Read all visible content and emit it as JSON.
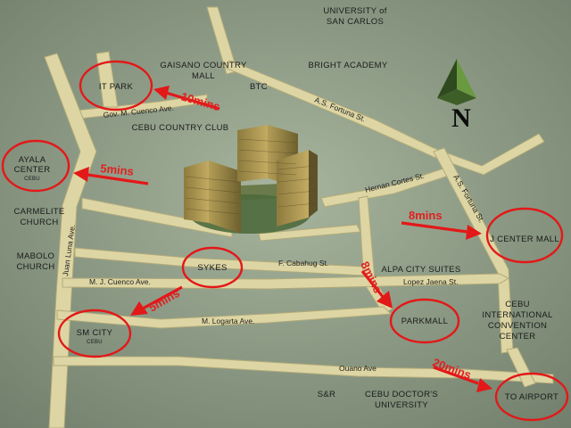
{
  "landmarks": {
    "university": [
      "UNIVERSITY of",
      "SAN CARLOS"
    ],
    "gaisano": [
      "GAISANO COUNTRY",
      "MALL"
    ],
    "bright_academy": "BRIGHT ACADEMY",
    "btc": "BTC",
    "country_club": "CEBU COUNTRY CLUB",
    "carmelite": [
      "CARMELITE",
      "CHURCH"
    ],
    "mabolo": [
      "MABOLO",
      "CHURCH"
    ],
    "alpa": "ALPA CITY SUITES",
    "convention": [
      "CEBU",
      "INTERNATIONAL",
      "CONVENTION",
      "CENTER"
    ],
    "snr": "S&R",
    "doctors": [
      "CEBU DOCTOR'S",
      "UNIVERSITY"
    ]
  },
  "roads": {
    "gov_cuenco": "Gov. M. Cuenco Ave.",
    "fortuna_top": "A.S. Fortuna St.",
    "fortuna_right": "A.S. Fortuna St.",
    "hernan": "Hernan Cortes St.",
    "juan_luna": "Juan Luna Ave.",
    "cabahug": "F. Cabahug St.",
    "mj_cuenco": "M. J. Cuenco Ave.",
    "lopez": "Lopez Jaena St.",
    "logarta": "M. Logarta Ave.",
    "ouano": "Ouano Ave"
  },
  "destinations": {
    "it_park": "IT PARK",
    "ayala": "AYALA",
    "ayala_center": "CENTER",
    "ayala_sub": "CEBU",
    "sykes": "SYKES",
    "sm_city": "SM CITY",
    "sm_sub": "CEBU",
    "j_center": "J CENTER MALL",
    "parkmall": "PARKMALL",
    "airport": "TO AIRPORT"
  },
  "travel_times": {
    "it_park": "10mins",
    "ayala": "5mins",
    "sm_city": "5mins",
    "j_center": "8mins",
    "parkmall": "8mins",
    "airport": "20mins"
  },
  "compass": {
    "letter": "N",
    "icon": "north-arrow-icon"
  },
  "colors": {
    "route": "#e31818",
    "road": "#ddd6a4",
    "background": "#8b9a84"
  }
}
